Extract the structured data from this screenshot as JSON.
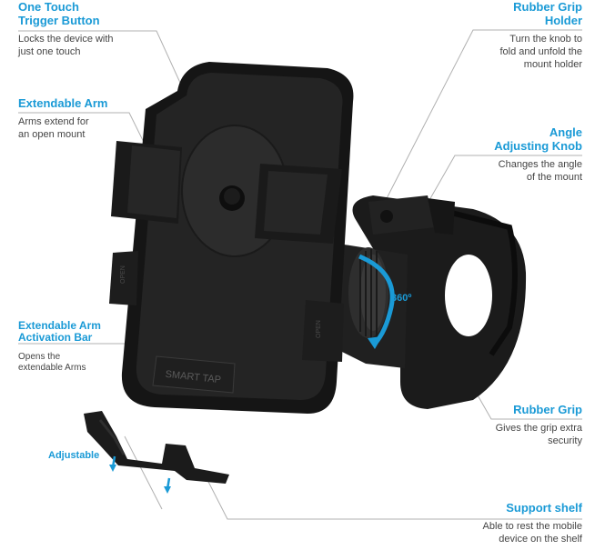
{
  "colors": {
    "accent": "#1a9ad6",
    "device_dark": "#151515",
    "device_mid": "#2a2a2a",
    "leader_line": "#b0b0b0"
  },
  "callouts": {
    "one_touch": {
      "title": "One Touch\nTrigger Button",
      "desc": "Locks the device with\njust one touch"
    },
    "extendable_arm": {
      "title": "Extendable Arm",
      "desc": "Arms extend for\nan open mount"
    },
    "activation_bar": {
      "title": "Extendable Arm\nActivation Bar",
      "desc": "Opens the\nextendable  Arms"
    },
    "rubber_grip_holder": {
      "title": "Rubber Grip\nHolder",
      "desc": "Turn the knob to\nfold and unfold the\nmount holder"
    },
    "angle_knob": {
      "title": "Angle\nAdjusting Knob",
      "desc": "Changes the angle\nof the mount"
    },
    "rubber_grip": {
      "title": "Rubber Grip",
      "desc": "Gives the grip extra\nsecurity"
    },
    "support_shelf": {
      "title": "Support shelf",
      "desc": "Able to rest the mobile\ndevice on the shelf"
    }
  },
  "annotations": {
    "adjustable": "Adjustable",
    "rotation": "360º",
    "device_text": "SMART TAP",
    "open_text": "OPEN"
  },
  "icons": {
    "adjustable_arrows": "arrow-down-icon",
    "rotation_arrow": "curved-arrow-icon"
  }
}
